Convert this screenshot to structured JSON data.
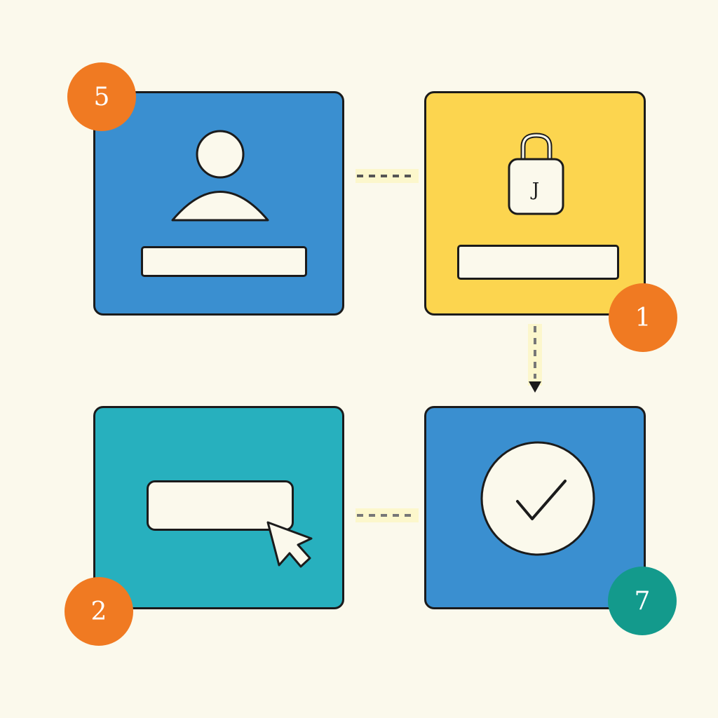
{
  "colors": {
    "background": "#fbf9ec",
    "outline": "#1b1b1b",
    "blue": "#3a8fd0",
    "yellow": "#fcd54f",
    "teal": "#27b0be",
    "orange": "#f07a22",
    "green": "#139a8c",
    "field": "#fbf9ec"
  },
  "panels": [
    {
      "id": "user",
      "color": "#3a8fd0",
      "icon": "user-icon"
    },
    {
      "id": "lock",
      "color": "#fcd54f",
      "icon": "lock-icon"
    },
    {
      "id": "input",
      "color": "#27b0be",
      "icon": "cursor-icon"
    },
    {
      "id": "check",
      "color": "#3a8fd0",
      "icon": "checkmark-icon"
    }
  ],
  "badges": [
    {
      "label": "5",
      "color": "#f07a22"
    },
    {
      "label": "1",
      "color": "#f07a22"
    },
    {
      "label": "2",
      "color": "#f07a22"
    },
    {
      "label": "7",
      "color": "#139a8c"
    }
  ],
  "connectors": [
    {
      "from": "user",
      "to": "lock",
      "style": "dashed"
    },
    {
      "from": "lock",
      "to": "check",
      "style": "dashed-arrow"
    },
    {
      "from": "check",
      "to": "input",
      "style": "dashed"
    }
  ],
  "lock_glyph": "J"
}
